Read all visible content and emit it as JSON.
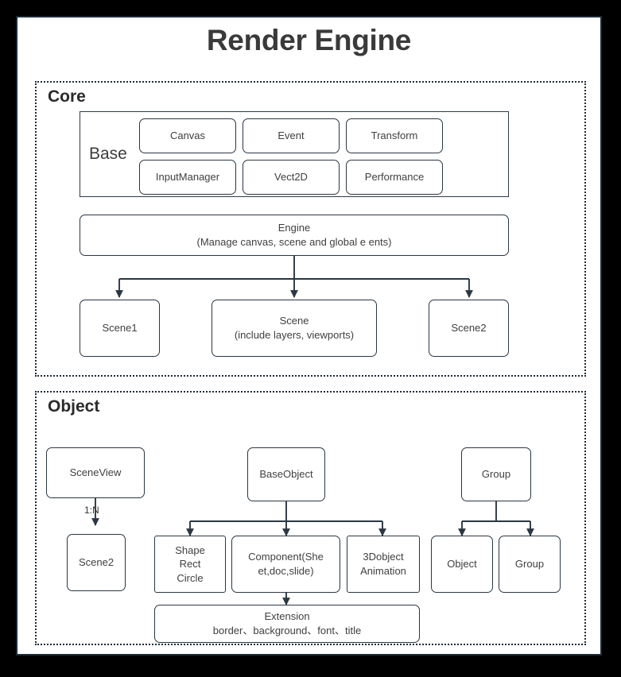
{
  "diagram": {
    "title": "Render Engine",
    "colors": {
      "frame": "#1d2b36",
      "canvas": "#ffffff",
      "title_text": "#3a3a3a",
      "node_border": "#2b3742",
      "node_text": "#404040",
      "connector": "#2b3742"
    }
  },
  "core": {
    "title": "Core",
    "base": {
      "label": "Base",
      "items": [
        {
          "label": "Canvas"
        },
        {
          "label": "Event"
        },
        {
          "label": "Transform"
        },
        {
          "label": "InputManager"
        },
        {
          "label": "Vect2D"
        },
        {
          "label": "Performance"
        }
      ]
    },
    "engine": {
      "title": "Engine",
      "subtitle": "(Manage canvas, scene and global e  ents)",
      "label": "Engine\n(Manage canvas, scene and global e  ents)"
    },
    "scenes": [
      {
        "label": "Scene1"
      },
      {
        "label": "Scene\n(include layers, viewports)"
      },
      {
        "label": "Scene2"
      }
    ]
  },
  "object": {
    "title": "Object",
    "sceneview": {
      "label": "SceneView"
    },
    "sceneview_edge_label": "1:N",
    "sceneview_child": {
      "label": "Scene2"
    },
    "baseobject": {
      "label": "BaseObject"
    },
    "baseobject_children": [
      {
        "label": "Shape\nRect\nCircle"
      },
      {
        "label": "Component(She\net,doc,slide)"
      },
      {
        "label": "3Dobject\nAnimation"
      }
    ],
    "extension": {
      "label": "Extension\nborder、background、font、title"
    },
    "group": {
      "label": "Group"
    },
    "group_children": [
      {
        "label": "Object"
      },
      {
        "label": "Group"
      }
    ]
  }
}
